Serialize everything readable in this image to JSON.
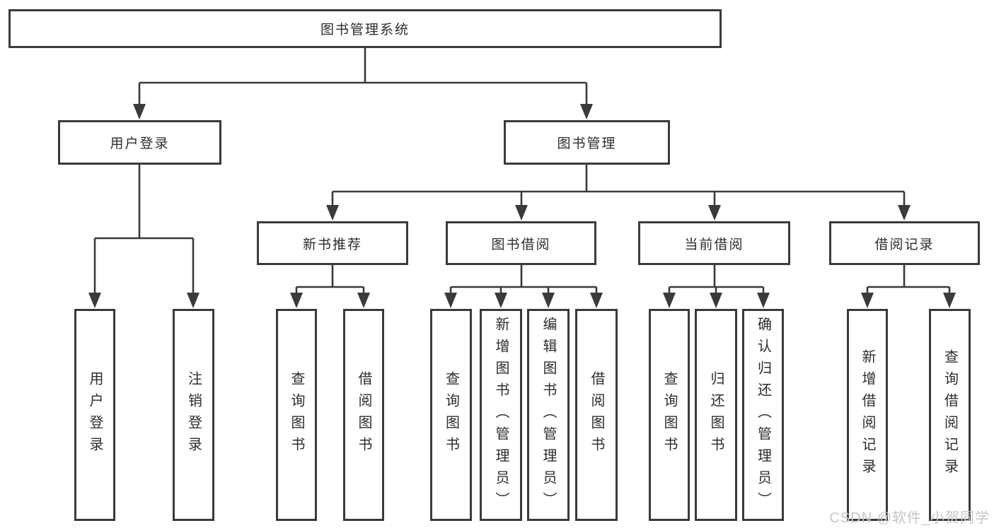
{
  "tree": {
    "label": "图书管理系统",
    "children": [
      {
        "label": "用户登录",
        "children": [
          {
            "label": "用户登录"
          },
          {
            "label": "注销登录"
          }
        ]
      },
      {
        "label": "图书管理",
        "children": [
          {
            "label": "新书推荐",
            "children": [
              {
                "label": "查询图书"
              },
              {
                "label": "借阅图书"
              }
            ]
          },
          {
            "label": "图书借阅",
            "children": [
              {
                "label": "查询图书"
              },
              {
                "label": "新增图书（管理员）"
              },
              {
                "label": "编辑图书（管理员）"
              },
              {
                "label": "借阅图书"
              }
            ]
          },
          {
            "label": "当前借阅",
            "children": [
              {
                "label": "查询图书"
              },
              {
                "label": "归还图书"
              },
              {
                "label": "确认归还（管理员）"
              }
            ]
          },
          {
            "label": "借阅记录",
            "children": [
              {
                "label": "新增借阅记录"
              },
              {
                "label": "查询借阅记录"
              }
            ]
          }
        ]
      }
    ]
  },
  "watermark": {
    "text": "CSDN @软件_小贺同学"
  },
  "colors": {
    "line": "#3a3a3a",
    "text": "#2d2d2d",
    "background": "#ffffff",
    "watermark": "#c6c6c6"
  }
}
